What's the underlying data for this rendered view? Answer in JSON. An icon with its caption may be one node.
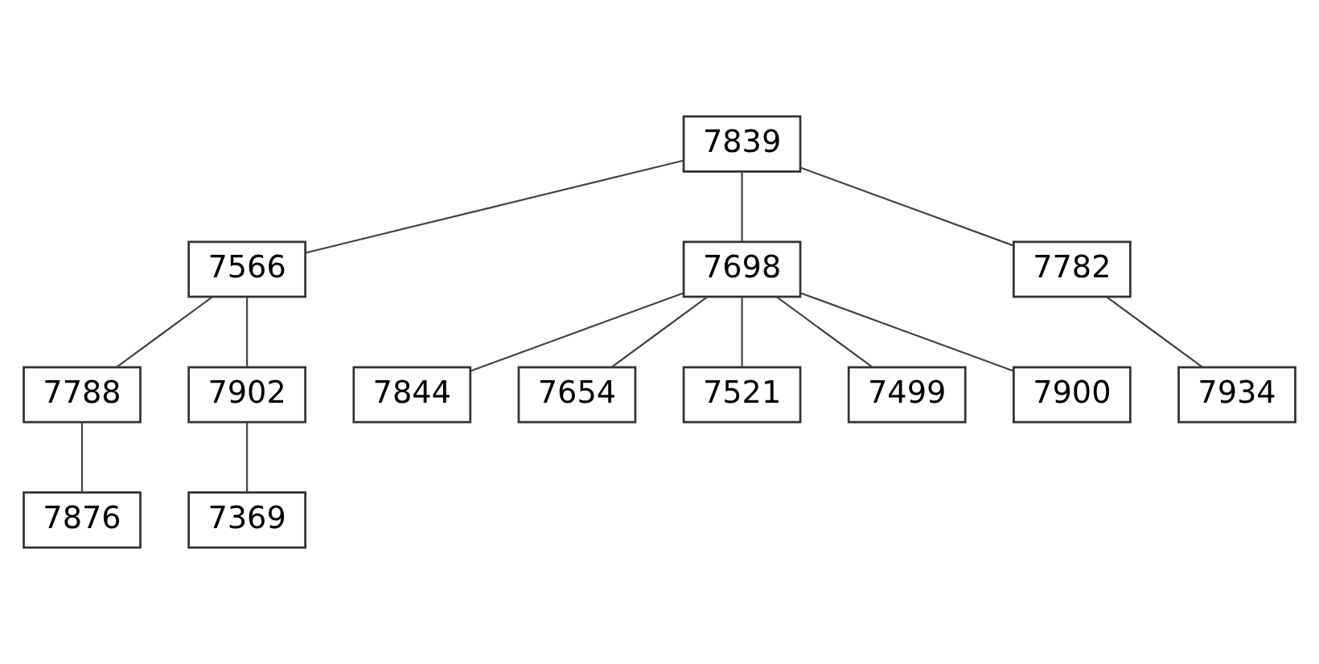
{
  "diagram": {
    "nodes": [
      {
        "text": [
          "7839"
        ]
      },
      {
        "text": [
          "7566"
        ]
      },
      {
        "text": [
          "7698"
        ]
      },
      {
        "text": [
          "7782"
        ]
      },
      {
        "text": [
          "7788"
        ]
      },
      {
        "text": [
          "7902"
        ]
      },
      {
        "text": [
          "7844"
        ]
      },
      {
        "text": [
          "7654"
        ]
      },
      {
        "text": [
          "7521"
        ]
      },
      {
        "text": [
          "7499"
        ]
      },
      {
        "text": [
          "7900"
        ]
      },
      {
        "text": [
          "7934"
        ]
      },
      {
        "text": [
          "7876"
        ]
      },
      {
        "text": [
          "7369"
        ]
      }
    ],
    "edges": [
      {
        "from": 0,
        "to": 1,
        "arrow": "none"
      },
      {
        "from": 0,
        "to": 2,
        "arrow": "none"
      },
      {
        "from": 0,
        "to": 3,
        "arrow": "none"
      },
      {
        "from": 1,
        "to": 4,
        "arrow": "none"
      },
      {
        "from": 1,
        "to": 5,
        "arrow": "none"
      },
      {
        "from": 2,
        "to": 6,
        "arrow": "none"
      },
      {
        "from": 2,
        "to": 7,
        "arrow": "none"
      },
      {
        "from": 2,
        "to": 8,
        "arrow": "none"
      },
      {
        "from": 2,
        "to": 9,
        "arrow": "none"
      },
      {
        "from": 2,
        "to": 10,
        "arrow": "none"
      },
      {
        "from": 3,
        "to": 11,
        "arrow": "none"
      },
      {
        "from": 4,
        "to": 12,
        "arrow": "none"
      },
      {
        "from": 5,
        "to": 13,
        "arrow": "none"
      }
    ]
  }
}
